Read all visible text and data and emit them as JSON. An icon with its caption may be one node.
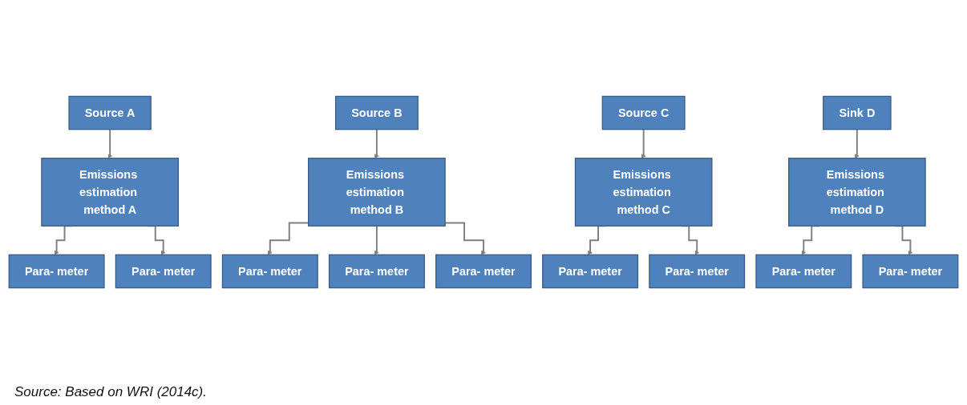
{
  "diagram": {
    "caption": "Source: Based on WRI (2014c).",
    "nodes": [
      {
        "text": [
          "Source A"
        ]
      },
      {
        "text": [
          "Emissions estimation method A"
        ]
      },
      {
        "text": [
          "Para- meter"
        ]
      },
      {
        "text": [
          "Para- meter"
        ]
      },
      {
        "text": [
          "Source B"
        ]
      },
      {
        "text": [
          "Emissions estimation method B"
        ]
      },
      {
        "text": [
          "Para- meter"
        ]
      },
      {
        "text": [
          "Para- meter"
        ]
      },
      {
        "text": [
          "Para- meter"
        ]
      },
      {
        "text": [
          "Source C"
        ]
      },
      {
        "text": [
          "Emissions estimation method C"
        ]
      },
      {
        "text": [
          "Para- meter"
        ]
      },
      {
        "text": [
          "Para- meter"
        ]
      },
      {
        "text": [
          "Sink D"
        ]
      },
      {
        "text": [
          "Emissions estimation method D"
        ]
      },
      {
        "text": [
          "Para- meter"
        ]
      },
      {
        "text": [
          "Para- meter"
        ]
      }
    ],
    "edges": [
      {
        "from": 0,
        "to": 1,
        "arrow": "to"
      },
      {
        "from": 1,
        "to": 2,
        "arrow": "to"
      },
      {
        "from": 1,
        "to": 3,
        "arrow": "to"
      },
      {
        "from": 4,
        "to": 5,
        "arrow": "to"
      },
      {
        "from": 5,
        "to": 6,
        "arrow": "to"
      },
      {
        "from": 5,
        "to": 7,
        "arrow": "to"
      },
      {
        "from": 5,
        "to": 8,
        "arrow": "to"
      },
      {
        "from": 9,
        "to": 10,
        "arrow": "to"
      },
      {
        "from": 10,
        "to": 11,
        "arrow": "to"
      },
      {
        "from": 10,
        "to": 12,
        "arrow": "to"
      },
      {
        "from": 13,
        "to": 14,
        "arrow": "to"
      },
      {
        "from": 14,
        "to": 15,
        "arrow": "to"
      },
      {
        "from": 14,
        "to": 16,
        "arrow": "to"
      }
    ]
  }
}
